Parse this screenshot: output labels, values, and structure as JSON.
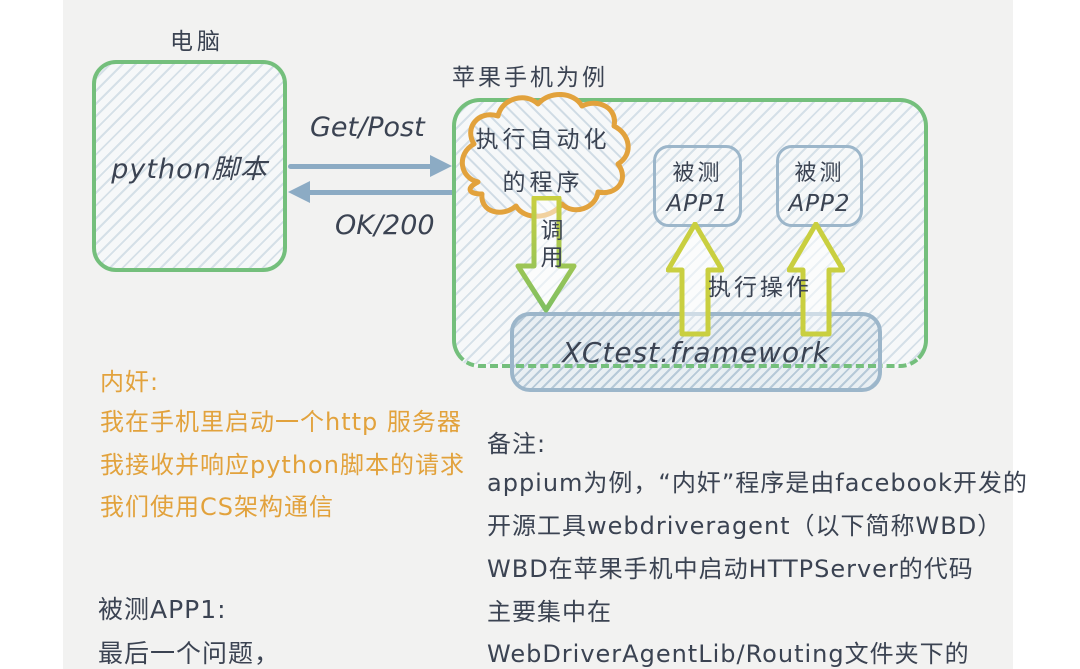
{
  "palette": {
    "background": "#f2f2f1",
    "green": "#74bf7c",
    "blue_stroke": "#9cb6ca",
    "steel_arrow": "#8cabc4",
    "orange": "#e2a23c",
    "yellow_green": "#c9cf40",
    "arrow_green": "#7fbf62",
    "text_dark": "#3b4352"
  },
  "diagram": {
    "computer_label": "电脑",
    "python_label": "python脚本",
    "get_post_label": "Get/Post",
    "ok_label": "OK/200",
    "phone_label": "苹果手机为例",
    "cloud_line1": "执行自动化",
    "cloud_line2": "的程序",
    "call_label": "调用",
    "app1_line1": "被测",
    "app1_line2": "APP1",
    "app2_line1": "被测",
    "app2_line2": "APP2",
    "execute_label": "执行操作",
    "xctest_label": "XCtest.framework"
  },
  "notes_left": {
    "title": "内奸:",
    "lines": [
      "我在手机里启动一个http 服务器",
      "我接收并响应python脚本的请求",
      "我们使用CS架构通信"
    ],
    "subtitle": "被测APP1:",
    "sub_lines": [
      "最后一个问题，"
    ]
  },
  "notes_right": {
    "title": "备注:",
    "lines": [
      "appium为例，“内奸”程序是由facebook开发的",
      "开源工具webdriveragent（以下简称WBD）",
      "WBD在苹果手机中启动HTTPServer的代码",
      "主要集中在",
      "WebDriverAgentLib/Routing文件夹下的"
    ]
  }
}
